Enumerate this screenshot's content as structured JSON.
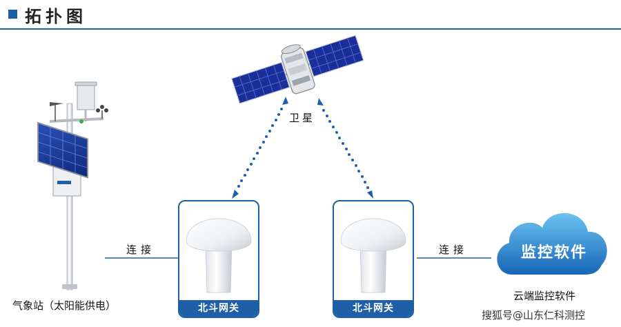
{
  "header": {
    "title": "拓扑图"
  },
  "labels": {
    "satellite": "卫星",
    "weather_station": "气象站（太阳能供电）",
    "connect_left": "连接",
    "connect_right": "连接",
    "cloud_caption": "云端监控软件",
    "watermark": "搜狐号@山东仁科测控"
  },
  "gateways": [
    {
      "label": "北斗网关"
    },
    {
      "label": "北斗网关"
    }
  ],
  "cloud": {
    "label": "监控软件"
  },
  "colors": {
    "accent": "#1f5fa8",
    "cloud_light": "#5fb6ea",
    "cloud_dark": "#1c6fc0",
    "arrow": "#1f5fa8"
  }
}
